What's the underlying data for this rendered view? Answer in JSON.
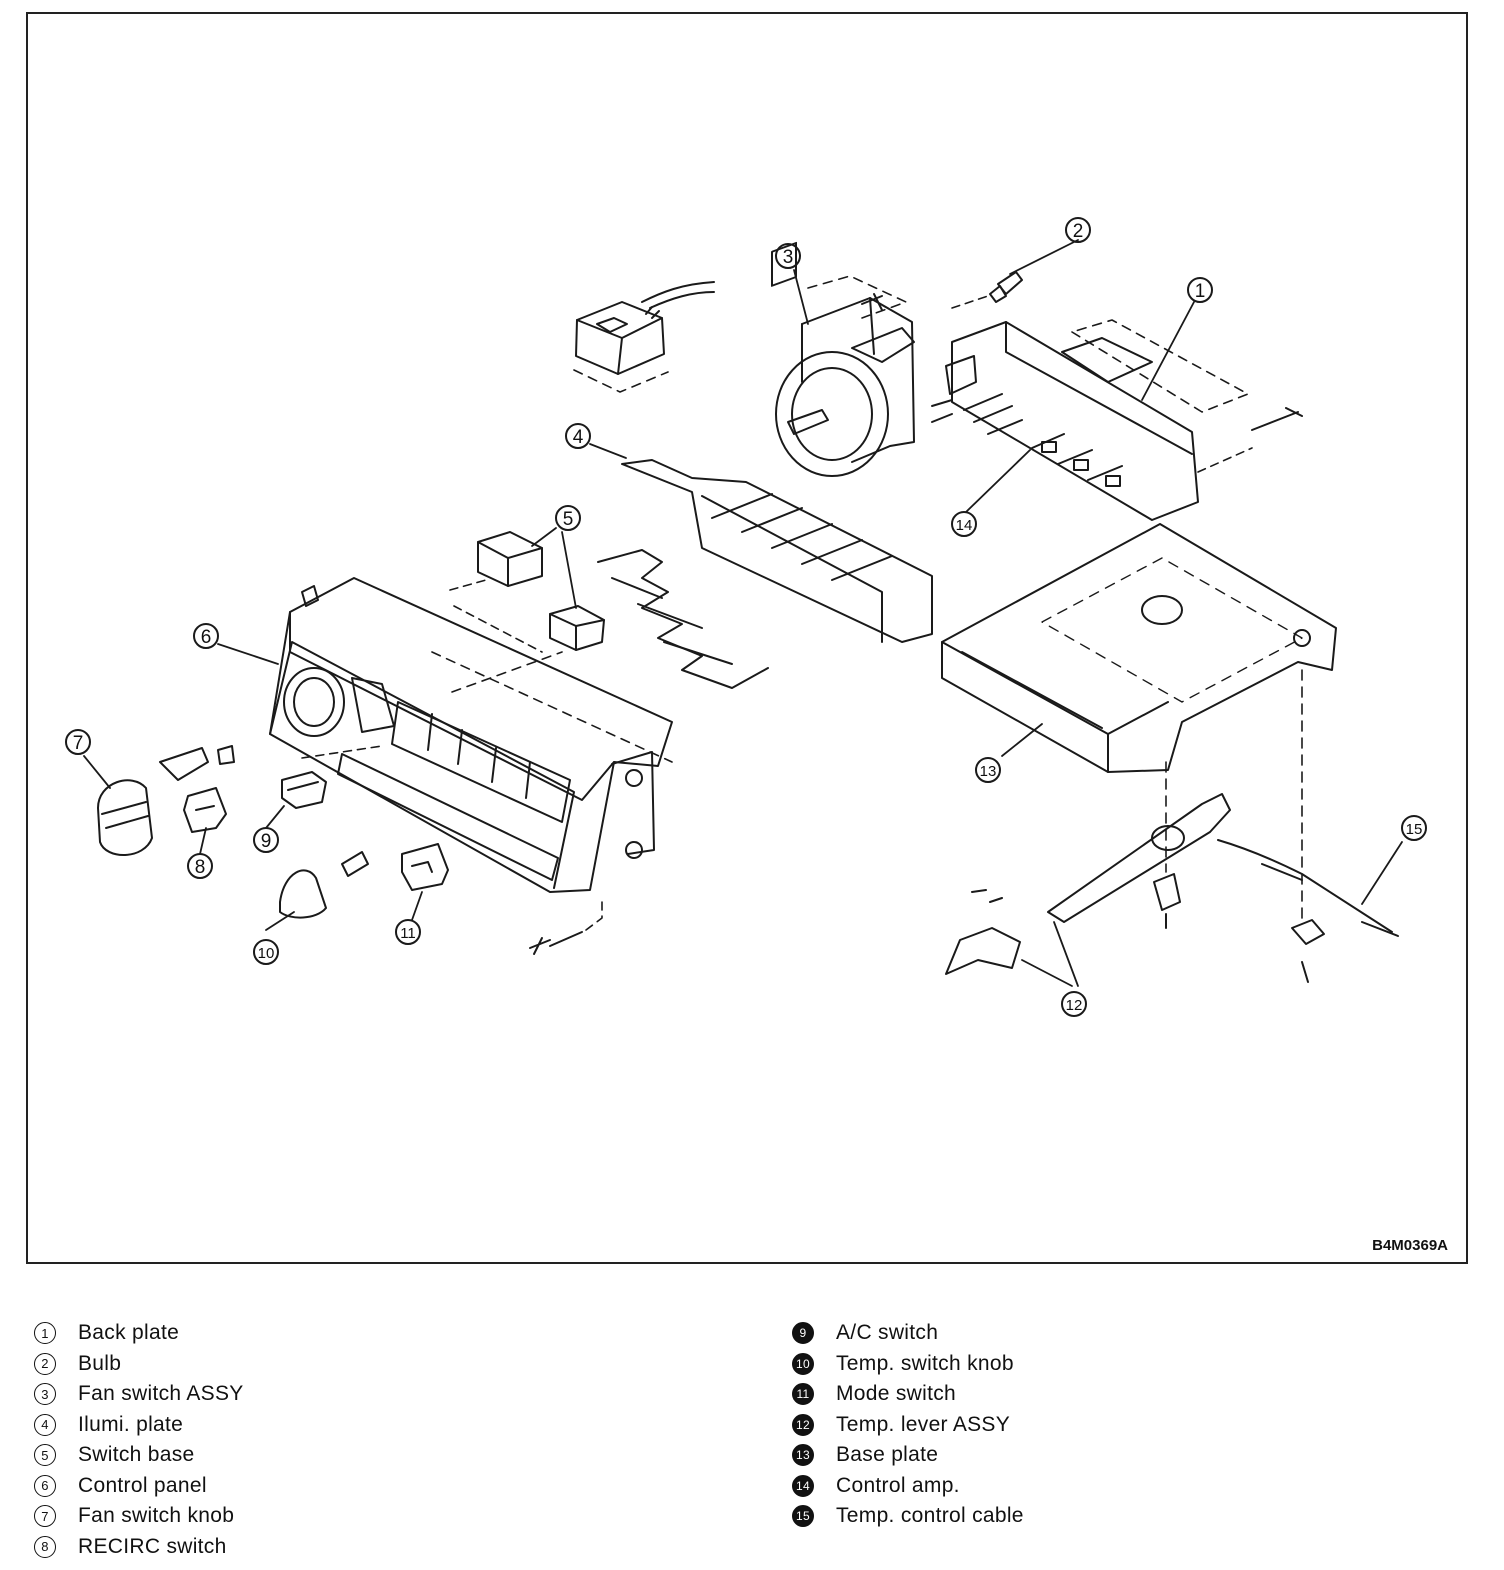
{
  "figure": {
    "code": "B4M0369A",
    "callouts": [
      "1",
      "2",
      "3",
      "4",
      "5",
      "6",
      "7",
      "8",
      "9",
      "10",
      "11",
      "12",
      "13",
      "14",
      "15"
    ]
  },
  "legend": {
    "left": [
      {
        "num": "1",
        "label": "Back plate"
      },
      {
        "num": "2",
        "label": "Bulb"
      },
      {
        "num": "3",
        "label": "Fan switch ASSY"
      },
      {
        "num": "4",
        "label": "Ilumi. plate"
      },
      {
        "num": "5",
        "label": "Switch base"
      },
      {
        "num": "6",
        "label": "Control panel"
      },
      {
        "num": "7",
        "label": "Fan switch knob"
      },
      {
        "num": "8",
        "label": "RECIRC switch"
      }
    ],
    "right": [
      {
        "num": "9",
        "label": "A/C switch"
      },
      {
        "num": "10",
        "label": "Temp. switch knob"
      },
      {
        "num": "11",
        "label": "Mode switch"
      },
      {
        "num": "12",
        "label": "Temp. lever ASSY"
      },
      {
        "num": "13",
        "label": "Base plate"
      },
      {
        "num": "14",
        "label": "Control amp."
      },
      {
        "num": "15",
        "label": "Temp. control cable"
      }
    ]
  }
}
